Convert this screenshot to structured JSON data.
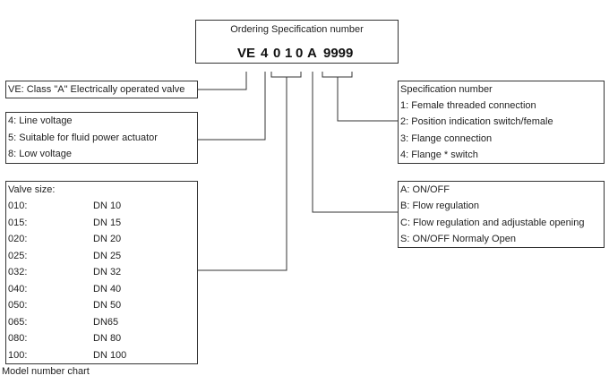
{
  "header": {
    "title": "Ordering Specification number",
    "code": {
      "prefix": "VE",
      "d1": "4",
      "d2": "0",
      "d3": "1",
      "d4": "0",
      "letter": "A",
      "spec": "9999"
    }
  },
  "ve_box": {
    "text": "VE: Class \"A\" Electrically operated valve"
  },
  "voltage_box": {
    "items": [
      "4: Line voltage",
      "5: Suitable for fluid power actuator",
      "8: Low voltage"
    ]
  },
  "size_box": {
    "title": "Valve size:",
    "rows": [
      {
        "code": "010:",
        "dn": "DN 10"
      },
      {
        "code": "015:",
        "dn": "DN 15"
      },
      {
        "code": "020:",
        "dn": "DN 20"
      },
      {
        "code": "025:",
        "dn": "DN 25"
      },
      {
        "code": "032:",
        "dn": "DN 32"
      },
      {
        "code": "040:",
        "dn": "DN 40"
      },
      {
        "code": "050:",
        "dn": "DN 50"
      },
      {
        "code": "065:",
        "dn": "DN65"
      },
      {
        "code": "080:",
        "dn": "DN 80"
      },
      {
        "code": "100:",
        "dn": "DN 100"
      }
    ]
  },
  "spec_box": {
    "title": "Specification number",
    "items": [
      "1: Female threaded connection",
      "2: Position indication switch/female",
      "3: Flange connection",
      "4: Flange * switch"
    ]
  },
  "function_box": {
    "items": [
      "A: ON/OFF",
      "B: Flow regulation",
      "C: Flow regulation and adjustable opening",
      "S: ON/OFF Normaly Open"
    ]
  },
  "caption": "Model number chart"
}
